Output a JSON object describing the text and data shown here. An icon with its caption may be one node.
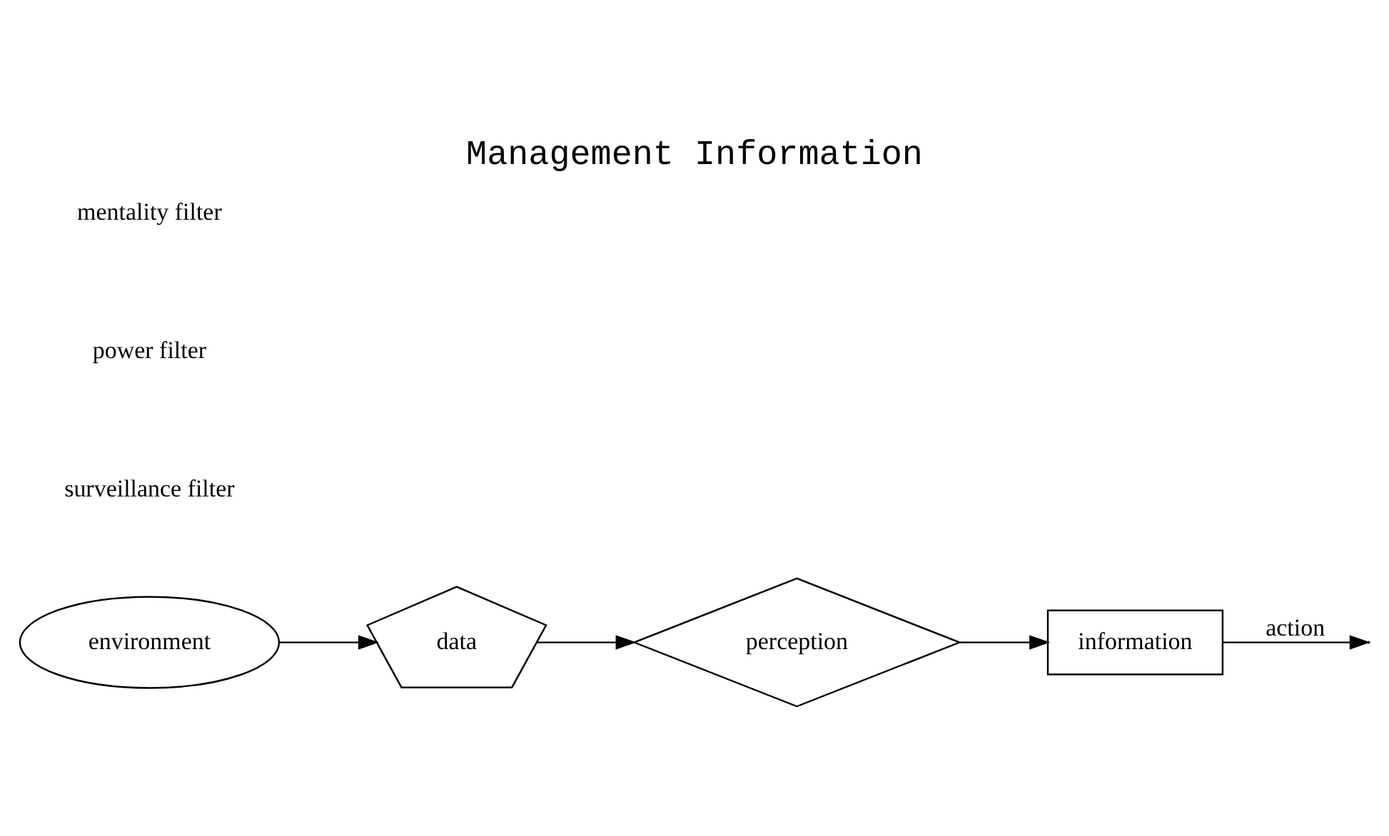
{
  "diagram": {
    "title": "Management Information",
    "nodes": [
      {
        "text": [
          "environment"
        ]
      },
      {
        "text": [
          "data"
        ]
      },
      {
        "text": [
          "perception"
        ]
      },
      {
        "text": [
          "information"
        ]
      }
    ],
    "edges": [
      {
        "from": 0,
        "to": 1,
        "arrow": "to"
      },
      {
        "from": 1,
        "to": 2,
        "arrow": "to"
      },
      {
        "from": 2,
        "to": 3,
        "arrow": "to"
      },
      {
        "from": 3,
        "to": null,
        "arrow": "to",
        "label": "action"
      }
    ],
    "labels": [
      "surveillance filter",
      "power filter",
      "mentality filter"
    ]
  }
}
